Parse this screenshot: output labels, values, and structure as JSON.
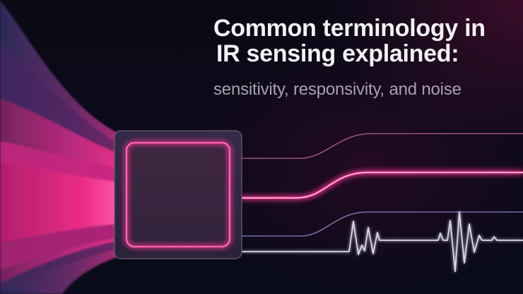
{
  "header": {
    "title_line1": "Common terminology in",
    "title_line2": "IR sensing explained:",
    "subtitle": "sensitivity, responsivity, and noise"
  },
  "illustration": {
    "elements": [
      "ir-beam-fan-icon",
      "sensor-chip-icon",
      "signal-lines",
      "noise-waveform"
    ],
    "colors": {
      "background": "#0b0a18",
      "accent_magenta": "#ff3d9a",
      "beam_pink": "#f0308c",
      "beam_purple": "#3a2a5e",
      "chip_body": "#2e2540",
      "line_violet": "#7a6aa8",
      "line_mauve": "#b05a90",
      "waveform": "#d8d8e6",
      "subtitle_gray": "#a7a1af",
      "title_white": "#f4f2f6"
    }
  }
}
